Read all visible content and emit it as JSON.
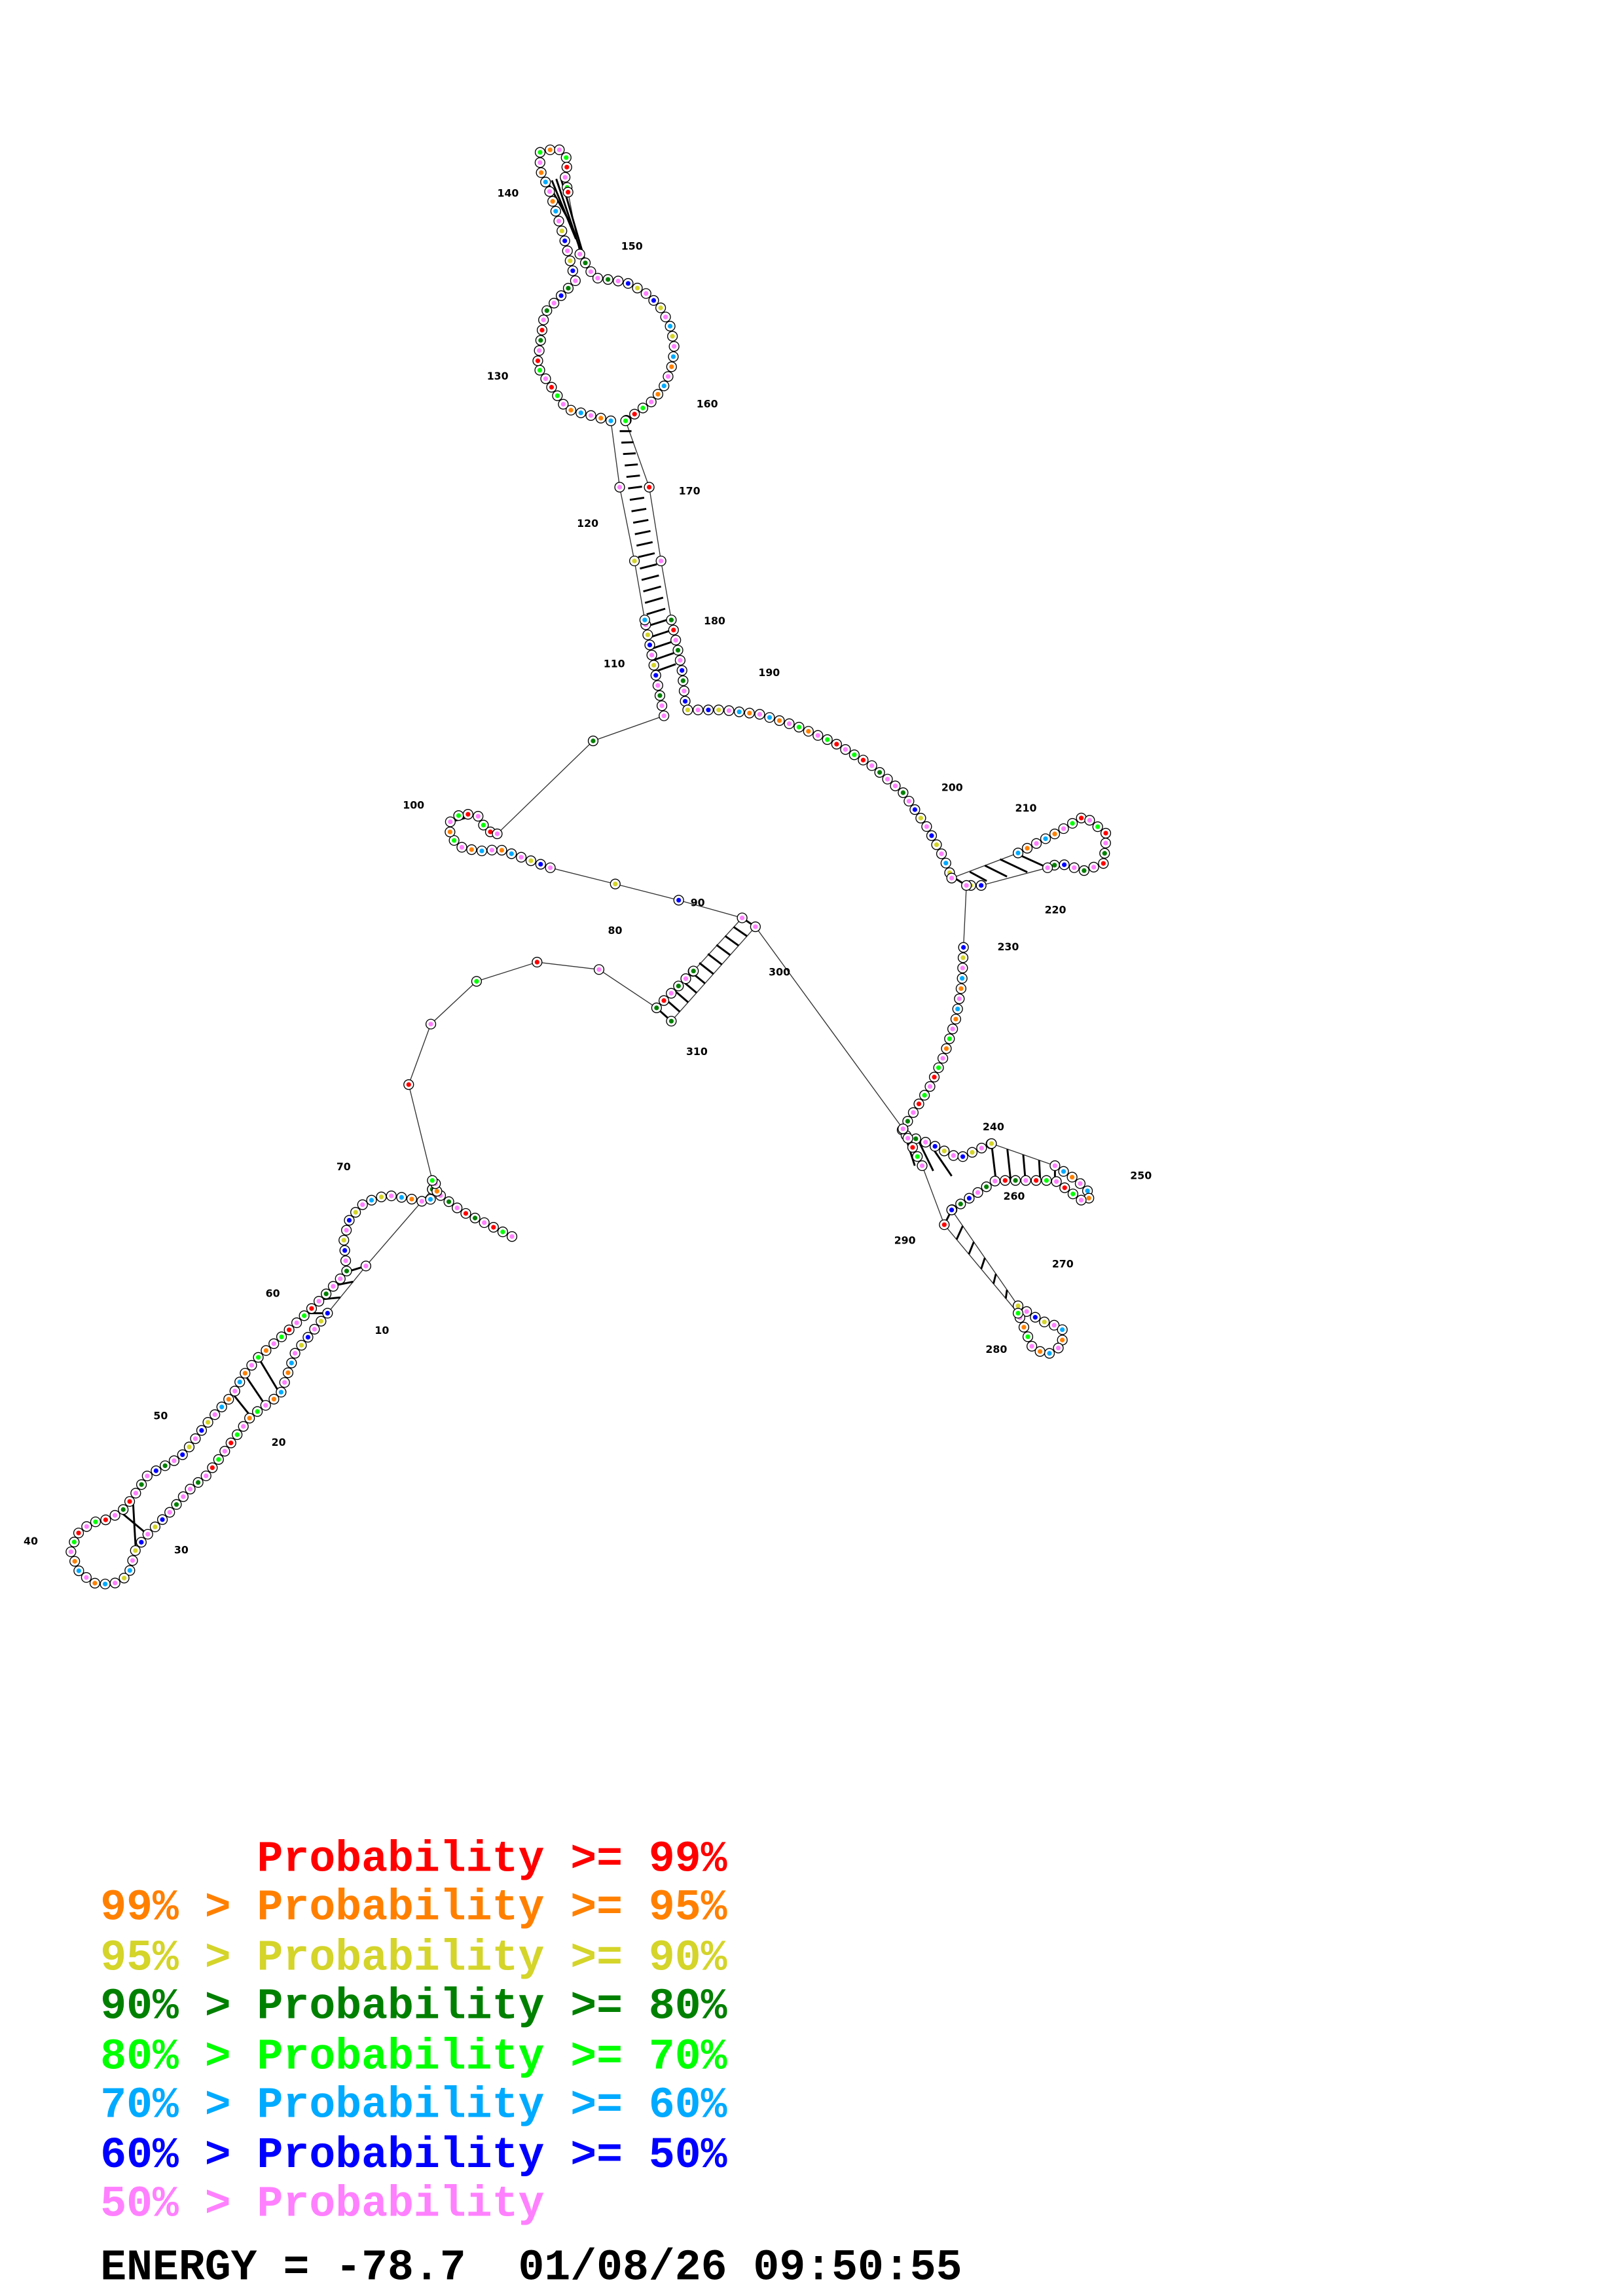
{
  "diagram": {
    "type": "RNA secondary structure (probability-colored)",
    "position_labels": [
      "10",
      "20",
      "30",
      "40",
      "50",
      "60",
      "70",
      "80",
      "90",
      "100",
      "110",
      "120",
      "130",
      "140",
      "150",
      "160",
      "170",
      "180",
      "190",
      "200",
      "210",
      "220",
      "230",
      "240",
      "250",
      "260",
      "270",
      "280",
      "290",
      "300",
      "310"
    ]
  },
  "legend": [
    {
      "text": "      Probability >= 99%",
      "color": "#ff0000"
    },
    {
      "text": "99% > Probability >= 95%",
      "color": "#ff8000"
    },
    {
      "text": "95% > Probability >= 90%",
      "color": "#d4d42a"
    },
    {
      "text": "90% > Probability >= 80%",
      "color": "#008000"
    },
    {
      "text": "80% > Probability >= 70%",
      "color": "#00ff00"
    },
    {
      "text": "70% > Probability >= 60%",
      "color": "#00aaff"
    },
    {
      "text": "60% > Probability >= 50%",
      "color": "#0000ff"
    },
    {
      "text": "50% > Probability",
      "color": "#ff80ff"
    }
  ],
  "footer": {
    "energy": "ENERGY = -78.7  01/08/26 09:50:55"
  }
}
